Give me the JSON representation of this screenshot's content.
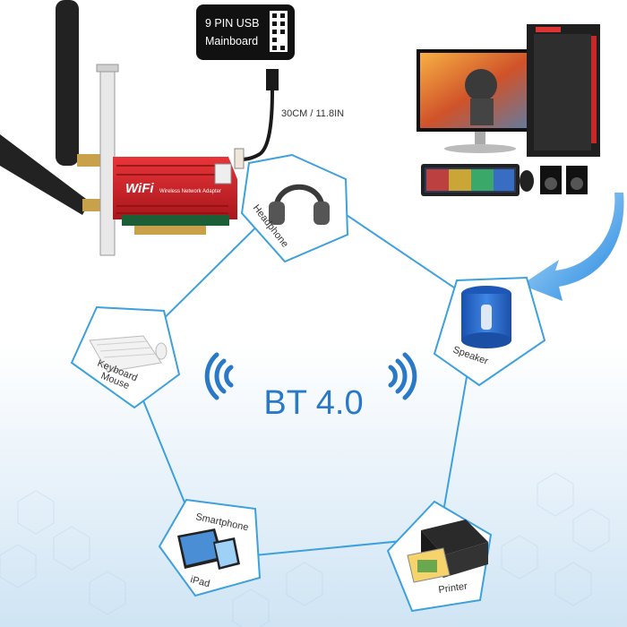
{
  "header_box": {
    "line1": "9 PIN USB",
    "line2": "Mainboard"
  },
  "cable_length": "30CM / 11.8IN",
  "card_label": "WiFi",
  "card_sub_label": "Wireless Network Adapter",
  "center_title": "BT 4.0",
  "nodes": {
    "headphone": "Headphone",
    "speaker": "Speaker",
    "keyboard_line1": "Keyboard",
    "keyboard_line2": "Mouse",
    "smartphone": "Smartphone",
    "ipad": "iPad",
    "printer": "Printer"
  },
  "colors": {
    "accent_blue": "#2a78c8",
    "pentagon_line": "#3ea0dc",
    "card_red": "#d8262a",
    "text_dark": "#333333"
  },
  "icons": [
    "bluetooth-waves-icon",
    "headphone-icon",
    "speaker-icon",
    "keyboard-icon",
    "mouse-icon",
    "smartphone-icon",
    "ipad-icon",
    "printer-icon",
    "monitor-icon",
    "pc-tower-icon",
    "arrow-icon",
    "usb-header-icon"
  ]
}
